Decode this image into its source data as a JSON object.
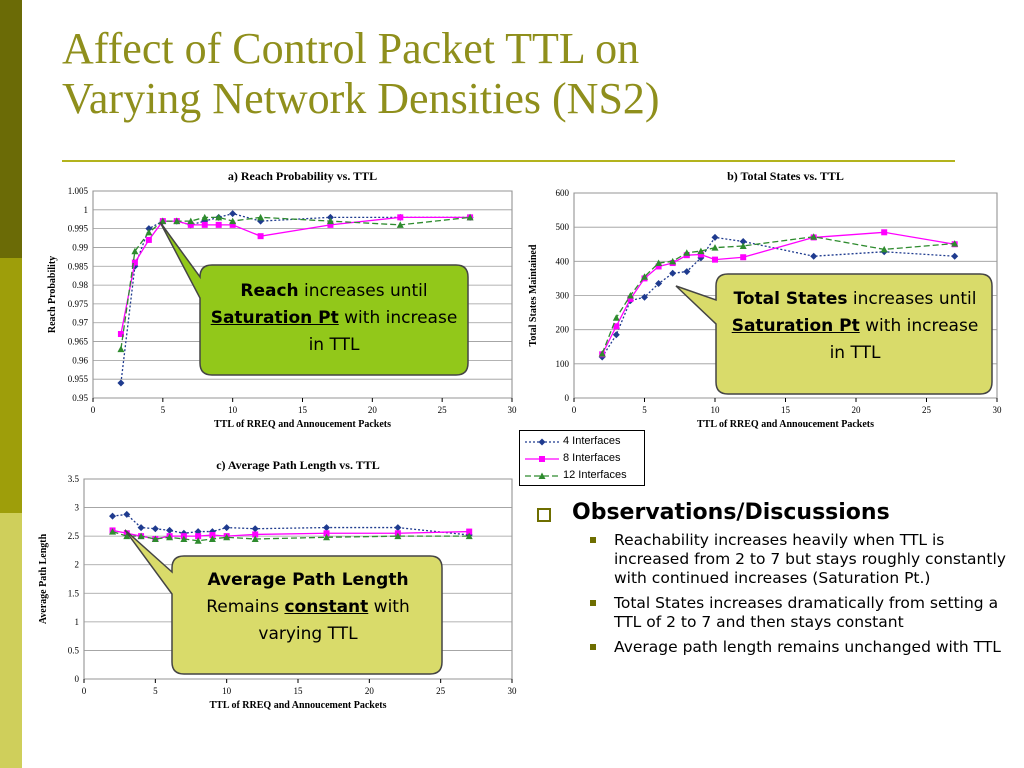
{
  "slide": {
    "title_line1": "Affect of Control Packet TTL on",
    "title_line2": "Varying Network Densities (NS2)",
    "stripe_colors": [
      "#6b6b06",
      "#9e9e0a",
      "#d6d67a",
      "#cfcf5b"
    ]
  },
  "legend": {
    "items": [
      {
        "label": "4 Interfaces",
        "color": "#1f3b8f",
        "marker": "diamond",
        "dash": "dotted"
      },
      {
        "label": "8 Interfaces",
        "color": "#ff00ff",
        "marker": "square",
        "dash": "solid"
      },
      {
        "label": "12 Interfaces",
        "color": "#2e8b2e",
        "marker": "triangle",
        "dash": "dashed"
      }
    ]
  },
  "callouts": {
    "reach": {
      "bold": "Reach",
      "text1": " increases until ",
      "bold_u": "Saturation Pt",
      "text2": " with increase in TTL",
      "fill": "#92c81a"
    },
    "states": {
      "bold": "Total States",
      "text1": " increases until ",
      "bold_u": "Saturation Pt",
      "text2": " with increase in TTL",
      "fill": "#d9db6a"
    },
    "path": {
      "bold": "Average Path Length",
      "text1": " Remains ",
      "bold_u": "constant",
      "text2": " with varying TTL",
      "fill": "#d9db6a"
    }
  },
  "observations": {
    "heading": "Observations/Discussions",
    "bullets": [
      "Reachability increases heavily when TTL is increased from 2 to 7 but stays roughly constantly with continued increases (Saturation Pt.)",
      "Total States increases dramatically from setting a TTL of 2 to 7 and then stays constant",
      "Average path length remains unchanged with TTL"
    ]
  },
  "chart_data": [
    {
      "type": "line",
      "title": "a) Reach Probability vs. TTL",
      "xlabel": "TTL of RREQ and Annoucement Packets",
      "ylabel": "Reach Probability",
      "xlim": [
        0,
        30
      ],
      "ylim": [
        0.95,
        1.005
      ],
      "xticks": [
        0,
        5,
        10,
        15,
        20,
        25,
        30
      ],
      "yticks": [
        "0.95",
        "0.955",
        "0.96",
        "0.965",
        "0.97",
        "0.975",
        "0.98",
        "0.985",
        "0.99",
        "0.995",
        "1",
        "1.005"
      ],
      "series": [
        {
          "name": "4 Interfaces",
          "x": [
            2,
            3,
            4,
            5,
            6,
            7,
            8,
            9,
            10,
            12,
            17,
            22,
            27
          ],
          "y": [
            0.954,
            0.985,
            0.995,
            0.997,
            0.997,
            0.996,
            0.997,
            0.998,
            0.999,
            0.997,
            0.998,
            0.998,
            0.998
          ]
        },
        {
          "name": "8 Interfaces",
          "x": [
            2,
            3,
            4,
            5,
            6,
            7,
            8,
            9,
            10,
            12,
            17,
            22,
            27
          ],
          "y": [
            0.967,
            0.986,
            0.992,
            0.997,
            0.997,
            0.996,
            0.996,
            0.996,
            0.996,
            0.993,
            0.996,
            0.998,
            0.998
          ]
        },
        {
          "name": "12 Interfaces",
          "x": [
            2,
            3,
            4,
            5,
            6,
            7,
            8,
            9,
            10,
            12,
            17,
            22,
            27
          ],
          "y": [
            0.963,
            0.989,
            0.994,
            0.997,
            0.997,
            0.997,
            0.998,
            0.998,
            0.997,
            0.998,
            0.997,
            0.996,
            0.998
          ]
        }
      ]
    },
    {
      "type": "line",
      "title": "b) Total States vs. TTL",
      "xlabel": "TTL of RREQ and Annoucement Packets",
      "ylabel": "Total States Maintained",
      "xlim": [
        0,
        30
      ],
      "ylim": [
        0,
        600
      ],
      "xticks": [
        0,
        5,
        10,
        15,
        20,
        25,
        30
      ],
      "yticks": [
        "0",
        "100",
        "200",
        "300",
        "400",
        "500",
        "600"
      ],
      "series": [
        {
          "name": "4 Interfaces",
          "x": [
            2,
            3,
            4,
            5,
            6,
            7,
            8,
            9,
            10,
            12,
            17,
            22,
            27
          ],
          "y": [
            120,
            185,
            285,
            295,
            335,
            365,
            370,
            410,
            470,
            458,
            415,
            428,
            415
          ]
        },
        {
          "name": "8 Interfaces",
          "x": [
            2,
            3,
            4,
            5,
            6,
            7,
            8,
            9,
            10,
            12,
            17,
            22,
            27
          ],
          "y": [
            128,
            210,
            290,
            350,
            385,
            395,
            418,
            420,
            405,
            412,
            470,
            485,
            450
          ]
        },
        {
          "name": "12 Interfaces",
          "x": [
            2,
            3,
            4,
            5,
            6,
            7,
            8,
            9,
            10,
            12,
            17,
            22,
            27
          ],
          "y": [
            130,
            235,
            300,
            355,
            395,
            400,
            425,
            430,
            440,
            445,
            472,
            435,
            452
          ]
        }
      ]
    },
    {
      "type": "line",
      "title": "c) Average Path Length vs. TTL",
      "xlabel": "TTL of RREQ and Annoucement Packets",
      "ylabel": "Average Path Length",
      "xlim": [
        0,
        30
      ],
      "ylim": [
        0,
        3.5
      ],
      "xticks": [
        0,
        5,
        10,
        15,
        20,
        25,
        30
      ],
      "yticks": [
        "0",
        "0.5",
        "1",
        "1.5",
        "2",
        "2.5",
        "3",
        "3.5"
      ],
      "series": [
        {
          "name": "4 Interfaces",
          "x": [
            2,
            3,
            4,
            5,
            6,
            7,
            8,
            9,
            10,
            12,
            17,
            22,
            27
          ],
          "y": [
            2.85,
            2.88,
            2.65,
            2.63,
            2.6,
            2.55,
            2.58,
            2.58,
            2.65,
            2.63,
            2.65,
            2.65,
            2.52
          ]
        },
        {
          "name": "8 Interfaces",
          "x": [
            2,
            3,
            4,
            5,
            6,
            7,
            8,
            9,
            10,
            12,
            17,
            22,
            27
          ],
          "y": [
            2.6,
            2.55,
            2.5,
            2.45,
            2.5,
            2.5,
            2.5,
            2.52,
            2.5,
            2.53,
            2.55,
            2.55,
            2.58
          ]
        },
        {
          "name": "12 Interfaces",
          "x": [
            2,
            3,
            4,
            5,
            6,
            7,
            8,
            9,
            10,
            12,
            17,
            22,
            27
          ],
          "y": [
            2.58,
            2.5,
            2.5,
            2.45,
            2.48,
            2.45,
            2.42,
            2.45,
            2.48,
            2.45,
            2.48,
            2.5,
            2.5
          ]
        }
      ]
    }
  ]
}
